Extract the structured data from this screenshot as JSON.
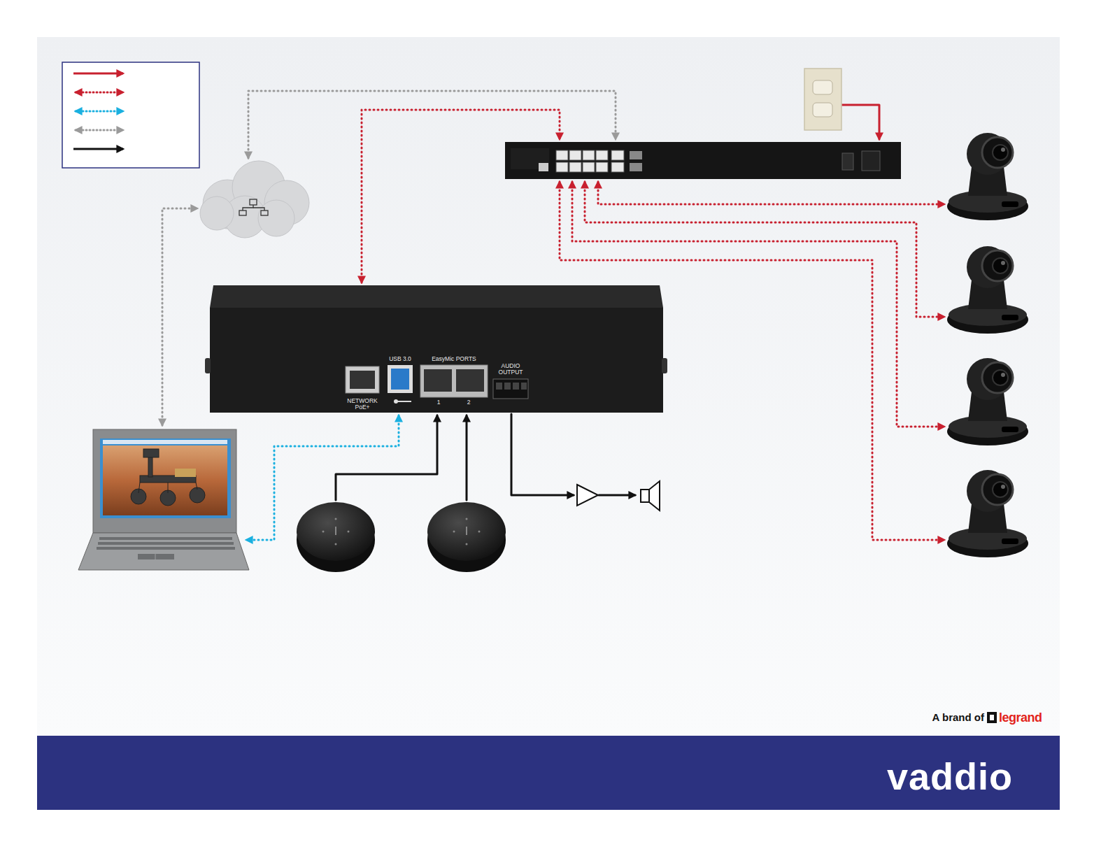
{
  "diagram": {
    "labels": [
      "NETWORK PoE+",
      "USB 3.0",
      "EasyMic PORTS",
      "1",
      "2",
      "AUDIO OUTPUT",
      "A brand of",
      "legrand",
      "vaddio"
    ]
  }
}
